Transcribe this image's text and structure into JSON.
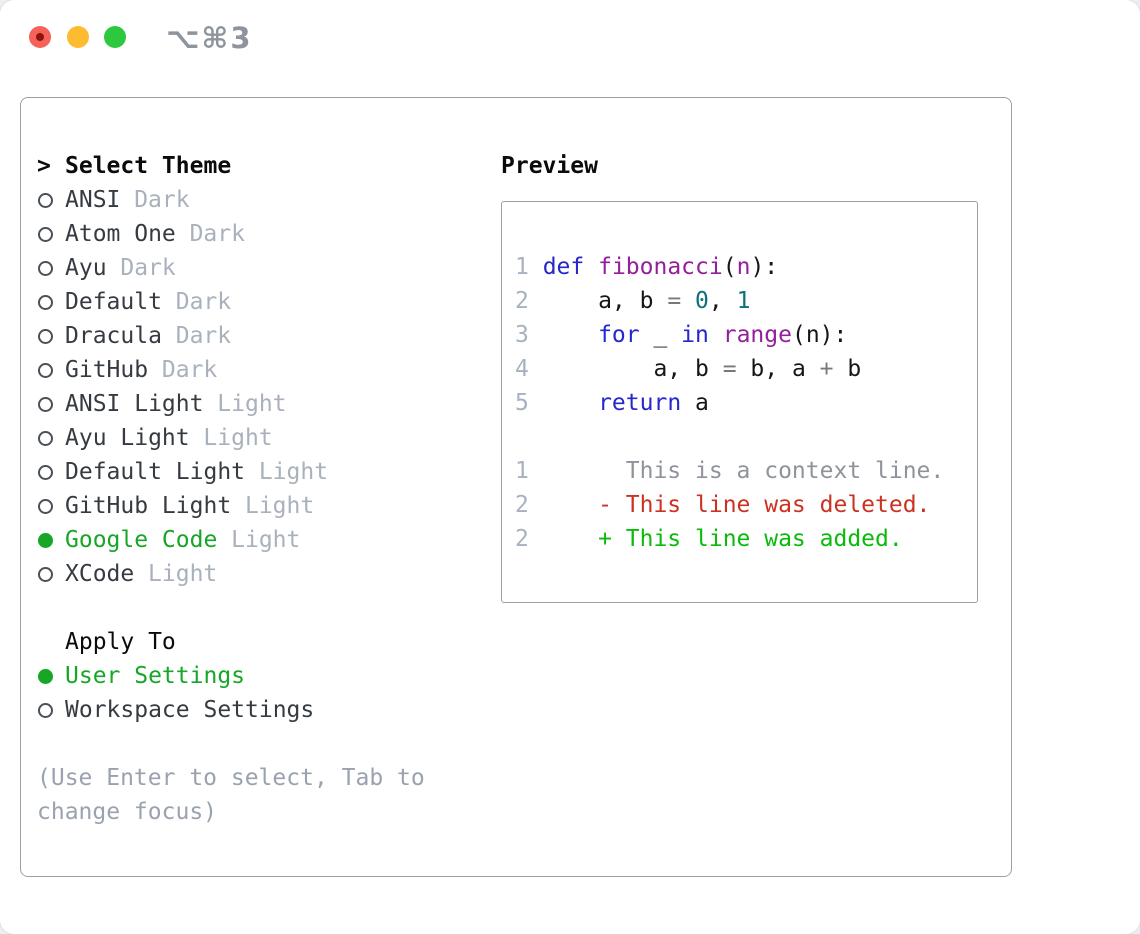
{
  "window": {
    "title": "⌥⌘3",
    "controls": [
      "close",
      "minimize",
      "zoom"
    ]
  },
  "theme_panel": {
    "prompt_arrow": ">",
    "heading": "Select Theme",
    "themes": [
      {
        "name": "ANSI",
        "variant": "Dark",
        "selected": false
      },
      {
        "name": "Atom One",
        "variant": "Dark",
        "selected": false
      },
      {
        "name": "Ayu",
        "variant": "Dark",
        "selected": false
      },
      {
        "name": "Default",
        "variant": "Dark",
        "selected": false
      },
      {
        "name": "Dracula",
        "variant": "Dark",
        "selected": false
      },
      {
        "name": "GitHub",
        "variant": "Dark",
        "selected": false
      },
      {
        "name": "ANSI Light",
        "variant": "Light",
        "selected": false
      },
      {
        "name": "Ayu Light",
        "variant": "Light",
        "selected": false
      },
      {
        "name": "Default Light",
        "variant": "Light",
        "selected": false
      },
      {
        "name": "GitHub Light",
        "variant": "Light",
        "selected": false
      },
      {
        "name": "Google Code",
        "variant": "Light",
        "selected": true
      },
      {
        "name": "XCode",
        "variant": "Light",
        "selected": false
      }
    ],
    "apply_to": {
      "heading": "Apply To",
      "options": [
        {
          "name": "User Settings",
          "selected": true
        },
        {
          "name": "Workspace Settings",
          "selected": false
        }
      ]
    },
    "hint": "(Use Enter to select, Tab to change focus)"
  },
  "preview": {
    "heading": "Preview",
    "code_lines": [
      {
        "num": "1",
        "tokens": [
          [
            "def",
            "kw"
          ],
          [
            " ",
            "pl"
          ],
          [
            "fibonacci",
            "fn"
          ],
          [
            "(",
            "pl"
          ],
          [
            "n",
            "fn"
          ],
          [
            "):",
            "pl"
          ]
        ]
      },
      {
        "num": "2",
        "tokens": [
          [
            "    a, b ",
            "pl"
          ],
          [
            "=",
            "op"
          ],
          [
            " ",
            "pl"
          ],
          [
            "0",
            "nm"
          ],
          [
            ", ",
            "pl"
          ],
          [
            "1",
            "nm"
          ]
        ]
      },
      {
        "num": "3",
        "tokens": [
          [
            "    ",
            "pl"
          ],
          [
            "for",
            "kw"
          ],
          [
            " _ ",
            "pl"
          ],
          [
            "in",
            "kw"
          ],
          [
            " ",
            "pl"
          ],
          [
            "range",
            "fn"
          ],
          [
            "(n):",
            "pl"
          ]
        ]
      },
      {
        "num": "4",
        "tokens": [
          [
            "        a, b ",
            "pl"
          ],
          [
            "=",
            "op"
          ],
          [
            " b, a ",
            "pl"
          ],
          [
            "+",
            "op"
          ],
          [
            " b",
            "pl"
          ]
        ]
      },
      {
        "num": "5",
        "tokens": [
          [
            "    ",
            "pl"
          ],
          [
            "return",
            "kw"
          ],
          [
            " a",
            "pl"
          ]
        ]
      }
    ],
    "diff_lines": [
      {
        "num": "1",
        "text": "      This is a context line.",
        "kind": "context"
      },
      {
        "num": "2",
        "text": "    - This line was deleted.",
        "kind": "deleted"
      },
      {
        "num": "2",
        "text": "    + This line was added.",
        "kind": "added"
      }
    ]
  },
  "colors": {
    "selection_green": "#17a626",
    "keyword_blue": "#2626cc",
    "function_purple": "#941f9b",
    "number_teal": "#0b727c",
    "operator_gray": "#74797f",
    "deleted_red": "#cb3222",
    "added_green": "#0abb0a",
    "context_gray": "#8f939a",
    "line_number_gray": "#a7b1bf",
    "border_gray": "#9aa1ab",
    "muted_gray": "#a9b1bd",
    "traffic_red": "#f6615b",
    "traffic_yellow": "#fdbc2f",
    "traffic_green": "#2dc83e"
  }
}
